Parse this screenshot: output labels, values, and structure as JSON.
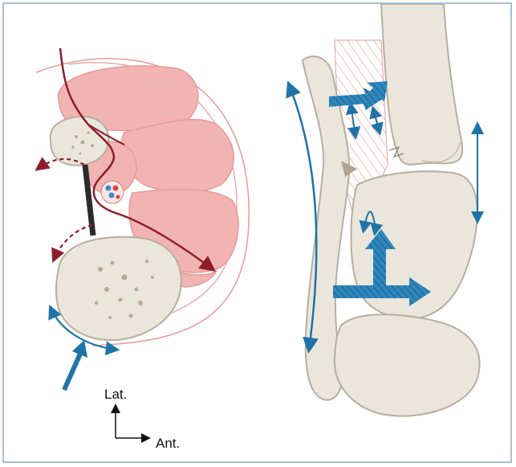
{
  "orientation": {
    "lateral_label": "Lat.",
    "anterior_label": "Ant."
  },
  "colors": {
    "frame_border": "#a9bfd0",
    "muscle_fill": "#f2b3b3",
    "muscle_outline": "#e7999a",
    "artery_line": "#8e1d2a",
    "bone_fill": "#ebe6dc",
    "bone_outline": "#b8ae9e",
    "motion_arrow": "#1f73a8",
    "hatch": "#e3a2a2",
    "membrane": "#2b2b2b"
  },
  "icons": [
    "cross-section-diagram",
    "syndesmosis-diagram",
    "orientation-arrows-icon"
  ]
}
